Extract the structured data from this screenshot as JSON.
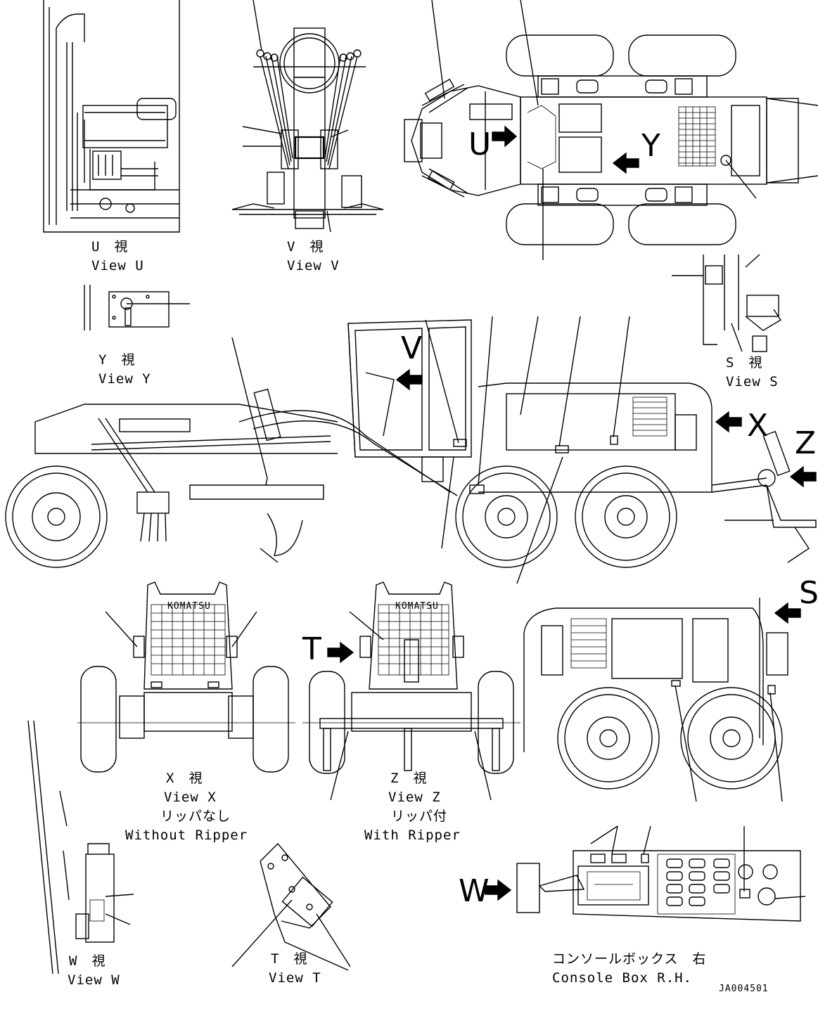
{
  "views": {
    "u": {
      "jp": "U　視",
      "en": "View U"
    },
    "v": {
      "jp": "V　視",
      "en": "View V"
    },
    "y": {
      "jp": "Y　視",
      "en": "View Y"
    },
    "s": {
      "jp": "S　視",
      "en": "View S"
    },
    "x": {
      "jp": "X　視",
      "en": "View X",
      "jp_note": "リッパなし",
      "en_note": "Without Ripper"
    },
    "z": {
      "jp": "Z　視",
      "en": "View Z",
      "jp_note": "リッパ付",
      "en_note": "With Ripper"
    },
    "w": {
      "jp": "W　視",
      "en": "View W"
    },
    "t": {
      "jp": "T　視",
      "en": "View T"
    },
    "console": {
      "jp": "コンソールボックス　右",
      "en": "Console Box R.H."
    }
  },
  "markers": {
    "u": "U",
    "y": "Y",
    "v": "V",
    "x": "X",
    "z": "Z",
    "s": "S",
    "t": "T",
    "w": "W"
  },
  "logo_text": "KOMATSU",
  "drawing_code": "JA004501"
}
